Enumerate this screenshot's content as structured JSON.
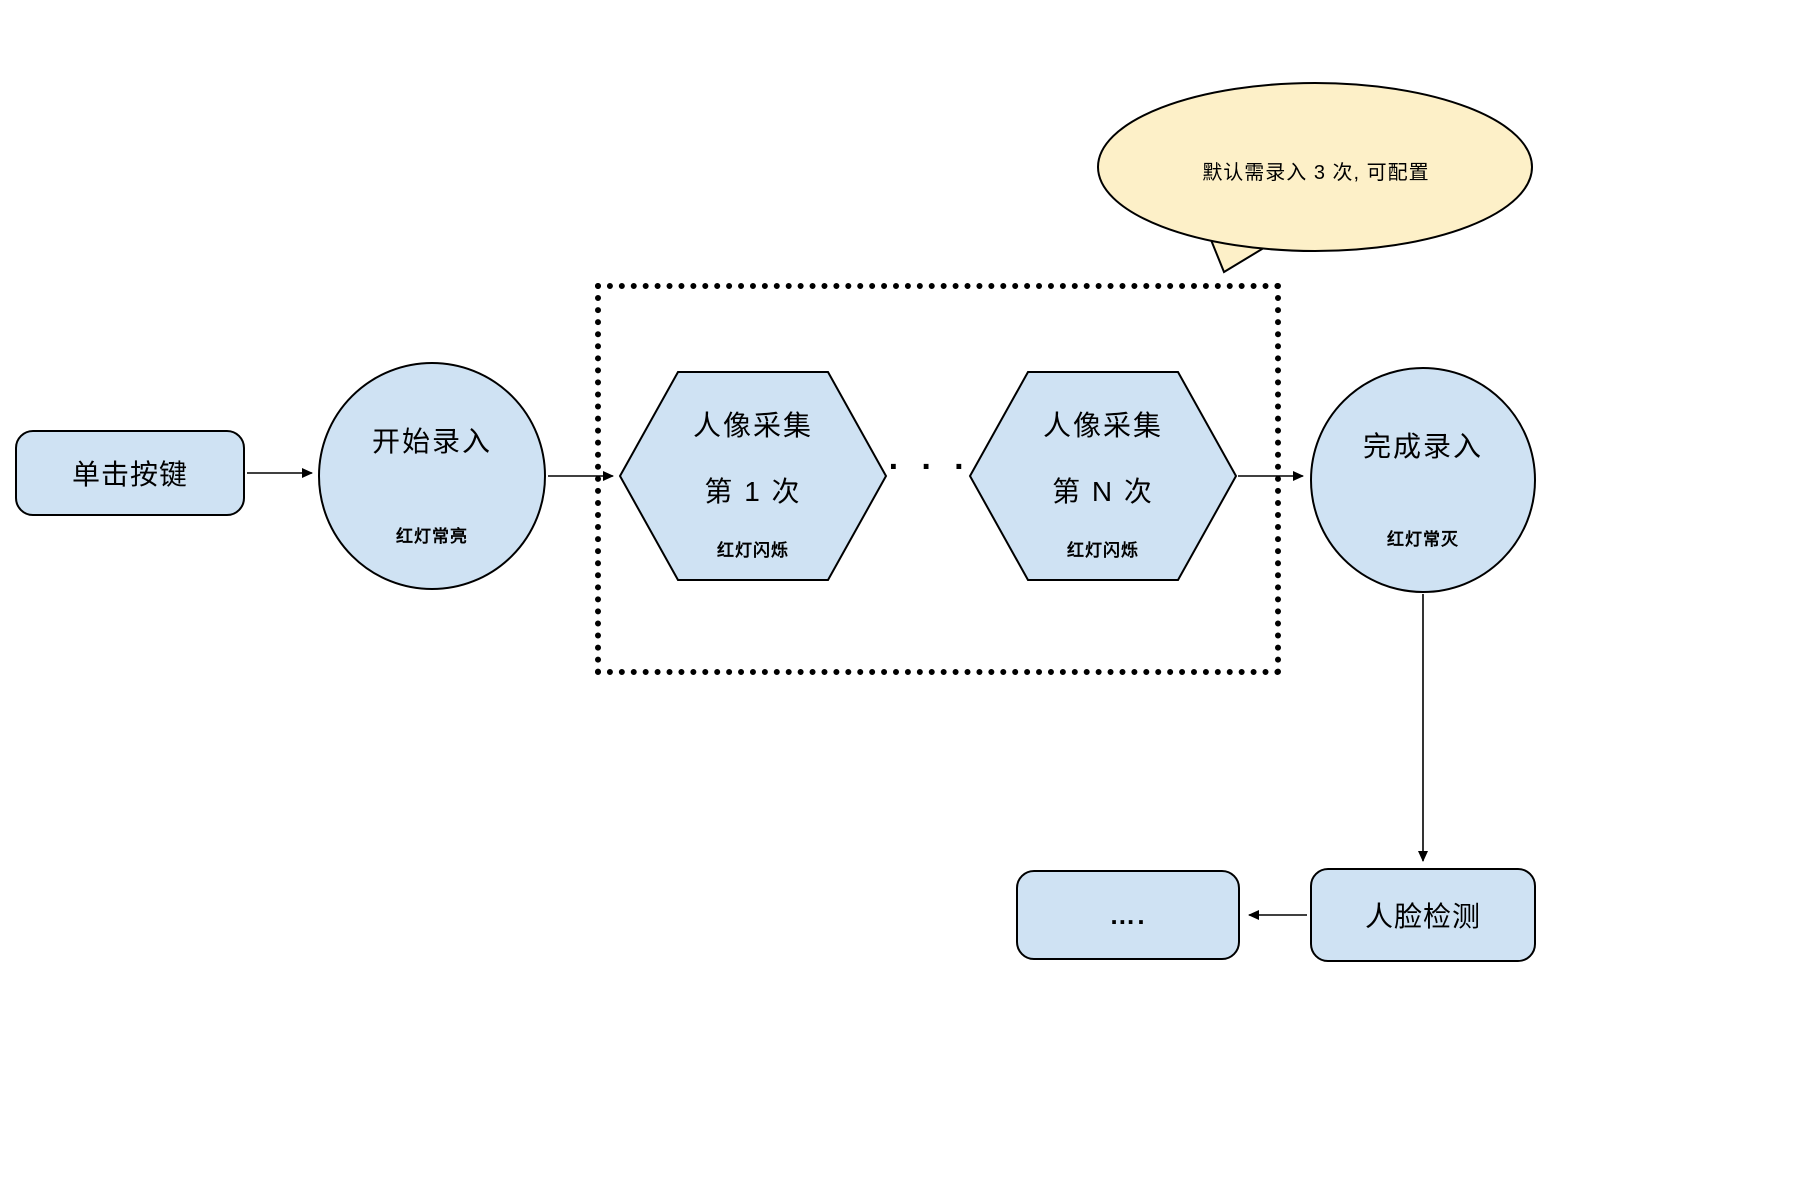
{
  "colors": {
    "node_fill": "#cfe2f3",
    "node_stroke": "#000000",
    "callout_fill": "#fdf0c8",
    "callout_stroke": "#000000"
  },
  "callout": {
    "text": "默认需录入 3 次, 可配置"
  },
  "nodes": {
    "click_button": {
      "label": "单击按键"
    },
    "start_enroll": {
      "title": "开始录入",
      "status": "红灯常亮"
    },
    "capture_first": {
      "line1": "人像采集",
      "line2": "第 1 次",
      "status": "红灯闪烁"
    },
    "between_dots": {
      "label": "· · ·"
    },
    "capture_nth": {
      "line1": "人像采集",
      "line2": "第 N 次",
      "status": "红灯闪烁"
    },
    "finish_enroll": {
      "title": "完成录入",
      "status": "红灯常灭"
    },
    "face_detection": {
      "label": "人脸检测"
    },
    "continuation": {
      "label": "…."
    }
  }
}
